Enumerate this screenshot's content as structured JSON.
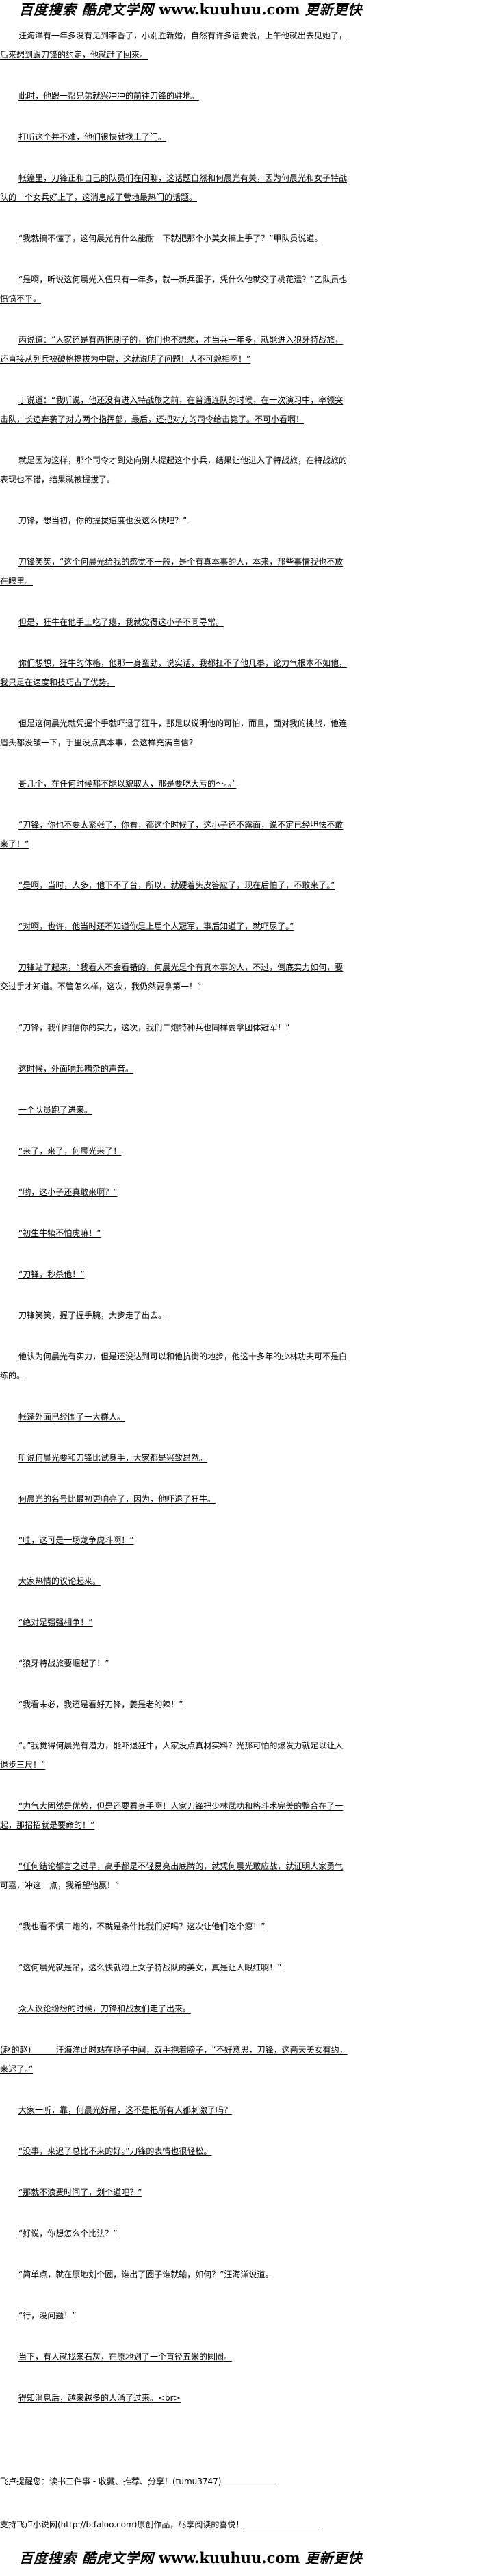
{
  "header": {
    "logo_cn": "百度搜索 酷虎文学网",
    "logo_url": "www.kuuhuu.com",
    "logo_tail": "更新更快"
  },
  "paragraphs": [
    {
      "text": "汪海洋有一年多没有见到李香了，小别胜新婚，自然有许多话要说，上午他就出去见她了，后来想到跟刀锋的约定，他就赶了回来。"
    },
    {
      "text": "此时，他跟一帮兄弟就兴冲冲的前往刀锋的驻地。"
    },
    {
      "text": "打听这个并不难，他们很快就找上了门。"
    },
    {
      "text": "帐篷里，刀锋正和自己的队员们在闲聊，这话题自然和何晨光有关，因为何晨光和女子特战队的一个女兵好上了，这消息成了营地最热门的话题。"
    },
    {
      "text": "“我就搞不懂了，这何晨光有什么能耐一下就把那个小美女搞上手了？”甲队员说道。"
    },
    {
      "text": "“是啊，听说这何晨光入伍只有一年多，就一新兵蛋子，凭什么他就交了桃花运？”乙队员也愤愤不平。"
    },
    {
      "text": "丙说道：“人家还是有两把刷子的，你们也不想想，才当兵一年多，就能进入狼牙特战旅，还直接从列兵被破格提拔为中尉，这就说明了问题！人不可貌相啊！”"
    },
    {
      "text": "丁说道：“我听说，他还没有进入特战旅之前，在普通连队的时候，在一次演习中，率领突击队，长途奔袭了对方两个指挥部，最后，还把对方的司令给击毙了。不可小看啊！"
    },
    {
      "text": "就是因为这样，那个司令才到处向别人提起这个小兵，结果让他进入了特战旅，在特战旅的表现也不错，结果就被提拔了。"
    },
    {
      "text": "刀锋，想当初，你的提拔速度也没这么快吧？”"
    },
    {
      "text": "刀锋笑笑，“这个何晨光给我的感觉不一般，是个有真本事的人，本来，那些事情我也不放在眼里。"
    },
    {
      "text": "但是，狂牛在他手上吃了瘪，我就觉得这小子不同寻常。"
    },
    {
      "text": "你们想想，狂牛的体格，他那一身蛮劲，说实话，我都扛不了他几拳，论力气根本不如他，我只是在速度和技巧占了优势。"
    },
    {
      "text": "但是这何晨光就凭握个手就吓退了狂牛，那足以说明他的可怕，而且，面对我的挑战，他连眉头都没皱一下，手里没点真本事，会这样充满自信?"
    },
    {
      "text": "哥几个，在任何时候都不能以貌取人，那是要吃大亏的～。。”"
    },
    {
      "text": "“刀锋，你也不要太紧张了，你看，都这个时候了，这小子还不露面，说不定已经胆怯不敢来了！”"
    },
    {
      "text": "“是啊，当时，人多，他下不了台，所以，就硬着头皮答应了，现在后怕了，不敢来了。”"
    },
    {
      "text": "“对啊，也许，他当时还不知道你是上届个人冠军，事后知道了，就吓尿了。”"
    },
    {
      "text": "刀锋站了起来，“我看人不会看错的，何晨光是个有真本事的人，不过，倒底实力如何，要交过手才知道。不管怎么样，这次，我仍然要拿第一！”"
    },
    {
      "text": "“刀锋，我们相信你的实力，这次，我们二炮特种兵也同样要拿团体冠军！”"
    },
    {
      "text": "这时候，外面响起嘈杂的声音。"
    },
    {
      "text": "一个队员跑了进来。"
    },
    {
      "text": "“来了，来了，何晨光来了！"
    },
    {
      "text": "“哟，这小子还真敢来啊？”"
    },
    {
      "text": "“初生牛犊不怕虎嘛！”"
    },
    {
      "text": "“刀锋，秒杀他！”"
    },
    {
      "text": "刀锋笑笑，握了握手腕，大步走了出去。"
    },
    {
      "text": "他认为何晨光有实力，但是还没达到可以和他抗衡的地步，他这十多年的少林功夫可不是白练的。"
    },
    {
      "text": "帐篷外面已经围了一大群人。"
    },
    {
      "text": "听说何晨光要和刀锋比试身手，大家都是兴致昂然。"
    },
    {
      "text": "何晨光的名号比最初更响亮了，因为，他吓退了狂牛。"
    },
    {
      "text": "“哇，这可是一场龙争虎斗啊！”"
    },
    {
      "text": "大家热情的议论起来。"
    },
    {
      "text": "“绝对是强强相争！”"
    },
    {
      "text": "“狼牙特战旅要崛起了！”"
    },
    {
      "text": "“我看未必，我还是看好刀锋，姜是老的辣！”"
    },
    {
      "text": "“。”我觉得何晨光有潜力，能吓退狂牛，人家没点真材实料？光那可怕的爆发力就足以让人退步三尺！”"
    },
    {
      "text": "“力气大固然是优势，但是还要看身手啊！人家刀锋把少林武功和格斗术完美的整合在了一起，那招招就是要命的！”"
    },
    {
      "text": "“任何结论都言之过早，高手都是不轻易亮出底牌的，就凭何晨光敢应战，就证明人家勇气可嘉，冲这一点，我希望他赢！”"
    },
    {
      "text": "“我也看不惯二炮的，不就是条件比我们好吗？这次让他们吃个瘪！”"
    },
    {
      "text": "“这何晨光就是吊，这么快就泡上女子特战队的美女，真是让人眼红啊！”"
    },
    {
      "text": "众人议论纷纷的时候，刀锋和战友们走了出来。"
    },
    {
      "text": "(赵的赵)　　　汪海洋此时站在场子中间，双手抱着膀子，“不好意思，刀锋，这两天美女有约，来迟了。”",
      "noindent": true
    },
    {
      "text": "大家一听，靠，何晨光好吊，这不是把所有人都刺激了吗？"
    },
    {
      "text": "“没事，来迟了总比不来的好。”刀锋的表情也很轻松。"
    },
    {
      "text": "“那就不浪费时间了，划个道吧？”"
    },
    {
      "text": "“好说，你想怎么个比法？”"
    },
    {
      "text": "“简单点，就在原地划个圈，谁出了圈子谁就输，如何？”汪海洋说道。"
    },
    {
      "text": "“行，没问题！”"
    },
    {
      "text": "当下，有人就找来石灰，在原地划了一个直径五米的圆圈。"
    },
    {
      "text": "得知消息后，越来越多的人涌了过来。<br>"
    }
  ],
  "footer": {
    "reminder": "飞卢提醒您：读书三件事 - 收藏、推荐、分享！(tumu3747)",
    "support": "支持飞卢小说网(http://b.faloo.com)原创作品，尽享阅读的喜悦！"
  }
}
